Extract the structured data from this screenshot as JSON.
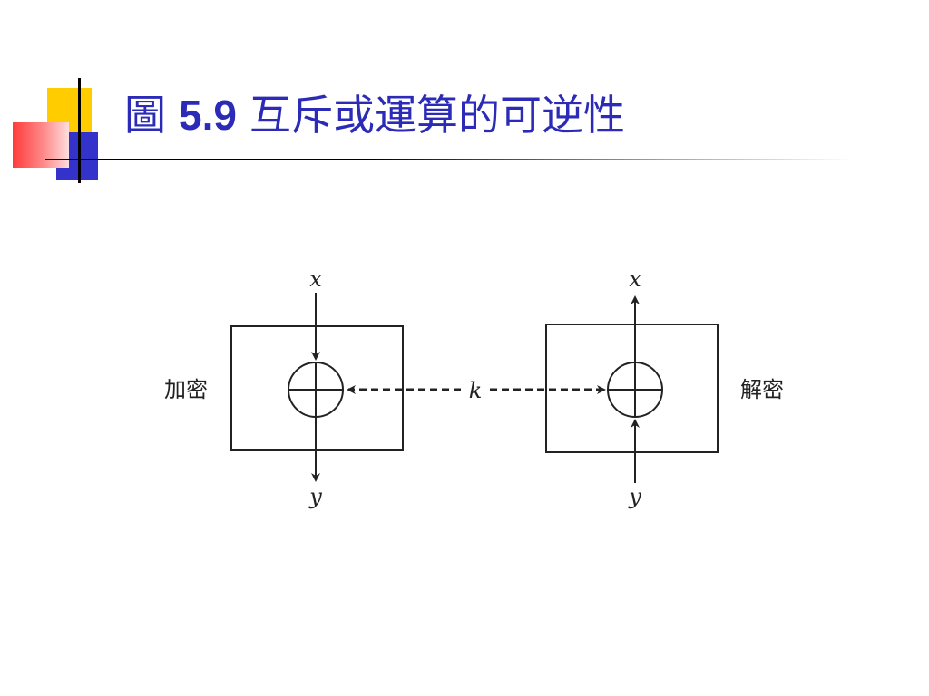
{
  "title": {
    "prefix": "圖",
    "number": "5.9",
    "text": "互斥或運算的可逆性"
  },
  "diagram": {
    "left_box": {
      "label": "加密",
      "input_var": "x",
      "output_var": "y"
    },
    "right_box": {
      "label": "解密",
      "input_var": "y",
      "output_var": "x"
    },
    "key_label": "k",
    "operator_symbol": "xor-icon"
  },
  "colors": {
    "title": "#2b2bb8",
    "deco_yellow": "#ffcc00",
    "deco_blue": "#3333cc",
    "deco_red": "#ff3b3b",
    "diagram_stroke": "#222222"
  }
}
